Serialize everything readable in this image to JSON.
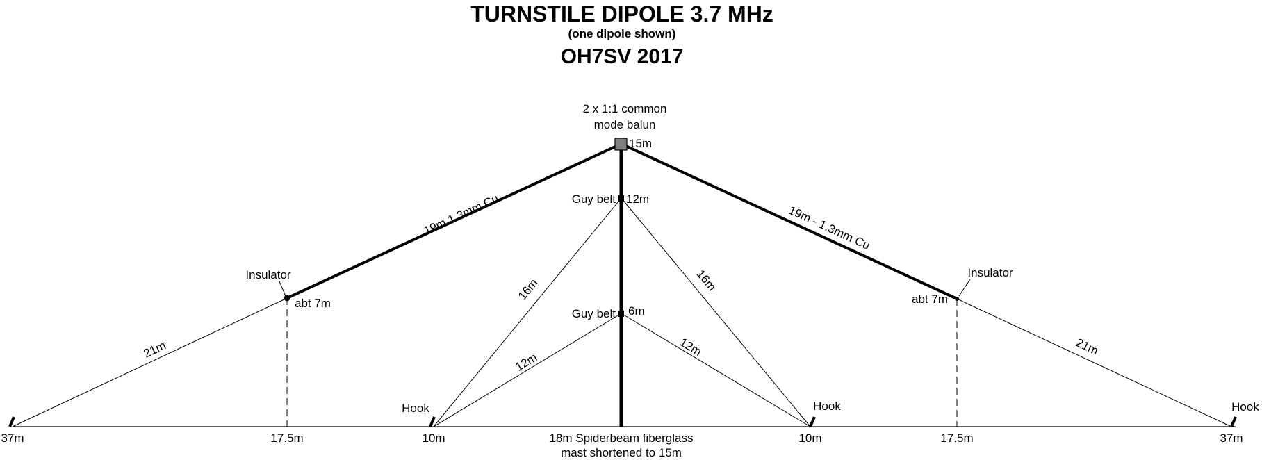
{
  "header": {
    "title": "TURNSTILE DIPOLE 3.7 MHz",
    "subtitle": "(one dipole shown)",
    "author": "OH7SV 2017"
  },
  "feed": {
    "balun_line1": "2 x 1:1 common",
    "balun_line2": "mode balun",
    "height": "15m"
  },
  "mast": {
    "upper_guy_label": "Guy belt",
    "upper_guy_height": "12m",
    "lower_guy_label": "Guy belt",
    "lower_guy_height": "6m",
    "caption_line1": "18m Spiderbeam fiberglass",
    "caption_line2": "mast shortened to 15m"
  },
  "left_side": {
    "element_label": "19m 1.3mm Cu",
    "insulator_label": "Insulator",
    "insulator_height": "abt 7m",
    "rope_label": "21m",
    "anchor_distance": "37m",
    "insulator_distance": "17.5m"
  },
  "right_side": {
    "element_label": "19m - 1.3mm Cu",
    "insulator_label": "Insulator",
    "insulator_height": "abt 7m",
    "rope_label": "21m",
    "anchor_label": "Hook",
    "anchor_distance": "37m",
    "insulator_distance": "17.5m"
  },
  "guys": {
    "left_upper_label": "16m",
    "left_lower_label": "12m",
    "right_upper_label": "16m",
    "right_lower_label": "12m",
    "left_hook_label": "Hook",
    "left_hook_distance": "10m",
    "right_hook_label": "Hook",
    "right_hook_distance": "10m"
  }
}
